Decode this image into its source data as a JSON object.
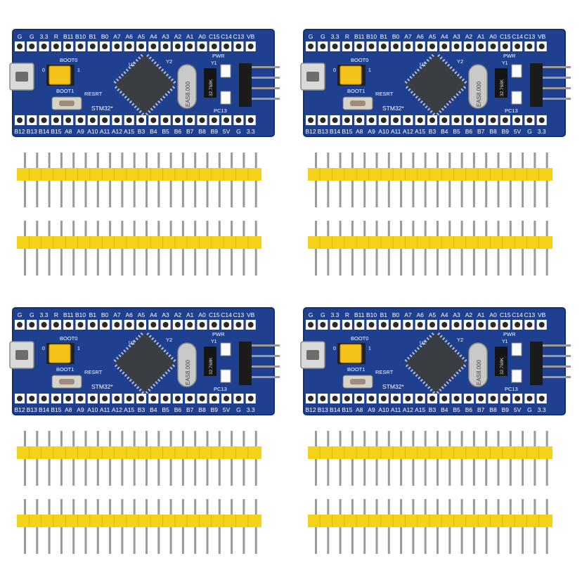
{
  "top_labels": [
    "G",
    "G",
    "3.3",
    "R",
    "B11",
    "B10",
    "B1",
    "B0",
    "A7",
    "A6",
    "A5",
    "A4",
    "A3",
    "A2",
    "A1",
    "A0",
    "C15",
    "C14",
    "C13",
    "VB"
  ],
  "bottom_labels": [
    "B12",
    "B13",
    "B14",
    "B15",
    "A8",
    "A9",
    "A10",
    "A11",
    "A12",
    "A15",
    "B3",
    "B4",
    "B5",
    "B6",
    "B7",
    "B8",
    "B9",
    "5V",
    "G",
    "3.3"
  ],
  "board_text": {
    "boot0": "BOOT0",
    "boot1": "BOOT1",
    "reset": "RESRT",
    "mcu_name": "STM32*",
    "crystal_main": "EAS8.000",
    "crystal_rtc": "32.768K",
    "pwr": "PWR",
    "pc13": "PC13",
    "y1": "Y1",
    "y2": "Y2",
    "u1": "U1",
    "jumper_0": "0",
    "jumper_1": "1"
  },
  "colors": {
    "pcb": "#1f3f8f",
    "pcb_dark": "#15306f",
    "pad": "#ffffff",
    "hole": "#2a2a2a",
    "header_plastic": "#f5d21a",
    "pin_metal": "#9a9a9a",
    "chip": "#3a3d42",
    "jumper": "#f5c21a"
  },
  "boards_count": 4,
  "header_strips_per_board": 2,
  "pins_per_strip": 20
}
